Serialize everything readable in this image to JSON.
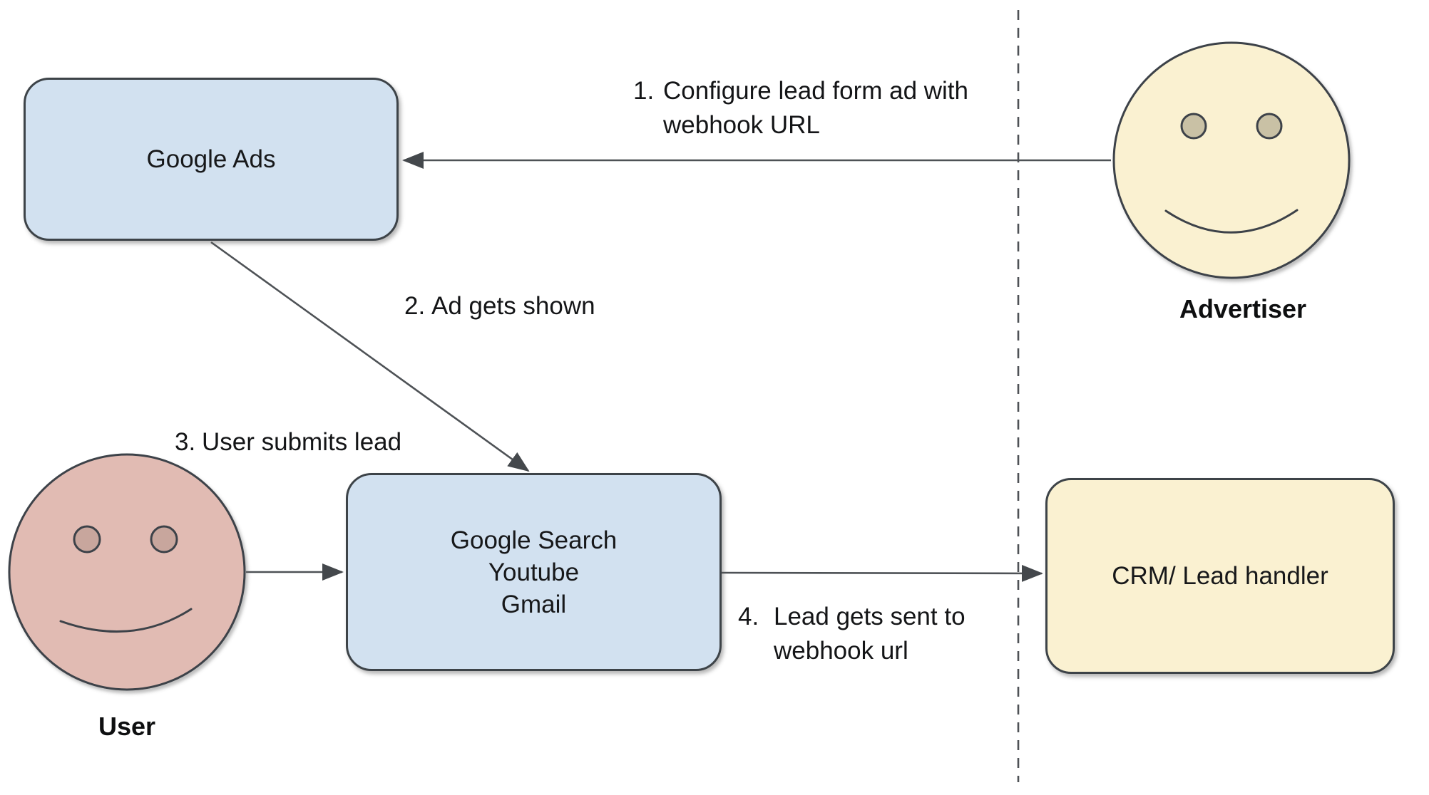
{
  "diagram": {
    "nodes": {
      "google_ads": {
        "label": "Google Ads"
      },
      "google_surfaces": {
        "label": "Google Search\nYoutube\nGmail"
      },
      "crm": {
        "label": "CRM/ Lead handler"
      }
    },
    "actors": {
      "advertiser": {
        "label": "Advertiser"
      },
      "user": {
        "label": "User"
      }
    },
    "steps": [
      {
        "num": "1.",
        "text": "Configure lead form ad with\nwebhook URL"
      },
      {
        "num": "2.",
        "text": "Ad gets shown"
      },
      {
        "num": "3.",
        "text": "User submits lead"
      },
      {
        "num": "4.",
        "text": "Lead gets sent to\nwebhook url"
      }
    ],
    "colors": {
      "node_blue_fill": "#d2e1f0",
      "node_yellow_fill": "#faf1d1",
      "face_advertiser_fill": "#faf1d1",
      "face_advertiser_eye": "#c9c1a5",
      "face_user_fill": "#e1bbb3",
      "face_user_eye": "#c8a69d",
      "shape_border": "#3d4348",
      "connector_line": "#4e5256",
      "text": "#141517"
    }
  }
}
